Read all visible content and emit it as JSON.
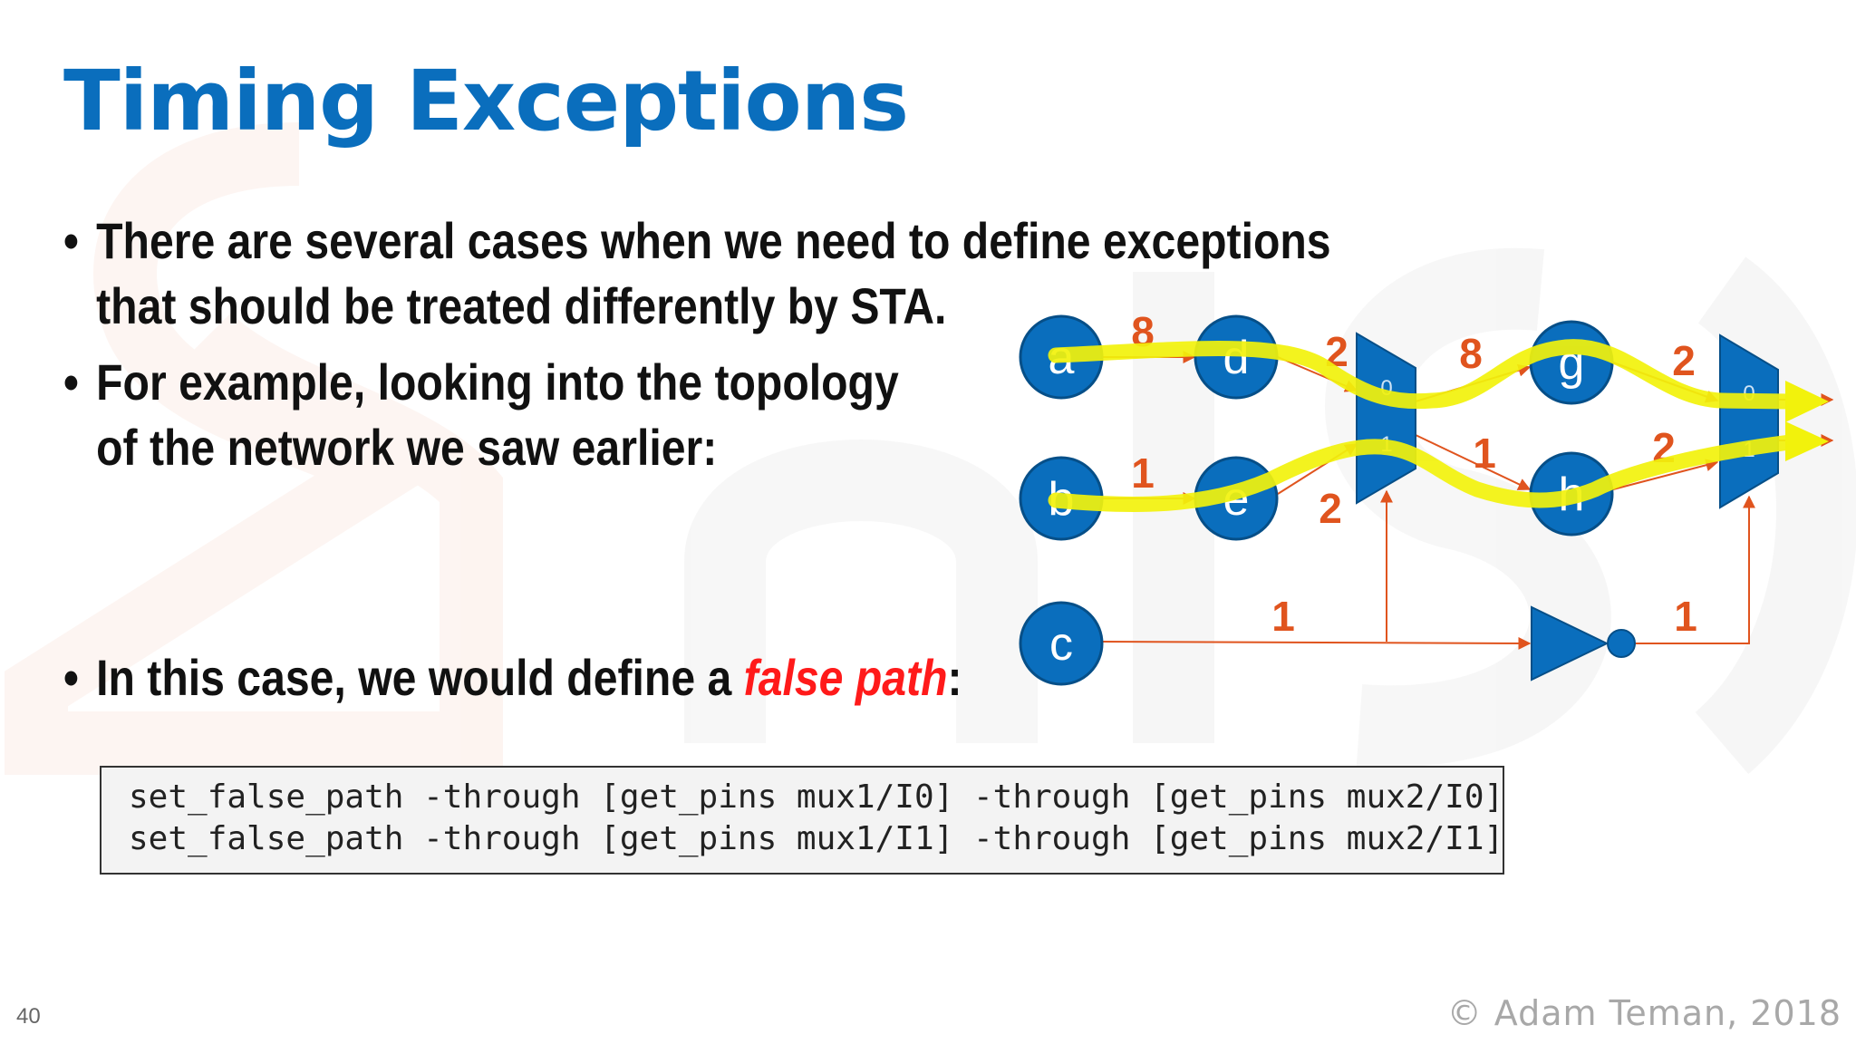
{
  "slide": {
    "title": "Timing Exceptions",
    "bullets": [
      {
        "lines": [
          "There are several cases when we need to define exceptions",
          "that should be treated differently by STA."
        ]
      },
      {
        "lines": [
          "For example, looking into the topology",
          "of the network we saw earlier:"
        ]
      },
      {
        "before": "In this case, we would define a ",
        "emph": "false path",
        "after": ":"
      }
    ],
    "bullet_char": "•",
    "code": [
      "set_false_path -through [get_pins mux1/I0] -through [get_pins mux2/I0]",
      "set_false_path -through [get_pins mux1/I1] -through [get_pins mux2/I1]"
    ],
    "page_number": "40",
    "copyright": "© Adam Teman, 2018"
  },
  "diagram": {
    "nodes": [
      "a",
      "d",
      "b",
      "e",
      "c",
      "g",
      "h"
    ],
    "weights": {
      "a_d": "8",
      "d_mux1": "2",
      "mux1_g": "8",
      "g_mux2": "2",
      "b_e": "1",
      "e_mux1": "2",
      "mux1_h": "1",
      "h_mux2": "2",
      "c_mux1": "1",
      "inv_mux2": "1"
    },
    "mux_pins": [
      "0",
      "1"
    ],
    "colors": {
      "node": "#0a6ebd",
      "edge": "#e0541e",
      "highlight": "#f2f20c",
      "title": "#0a6ebd",
      "emphasis": "#ff1a1a"
    }
  }
}
